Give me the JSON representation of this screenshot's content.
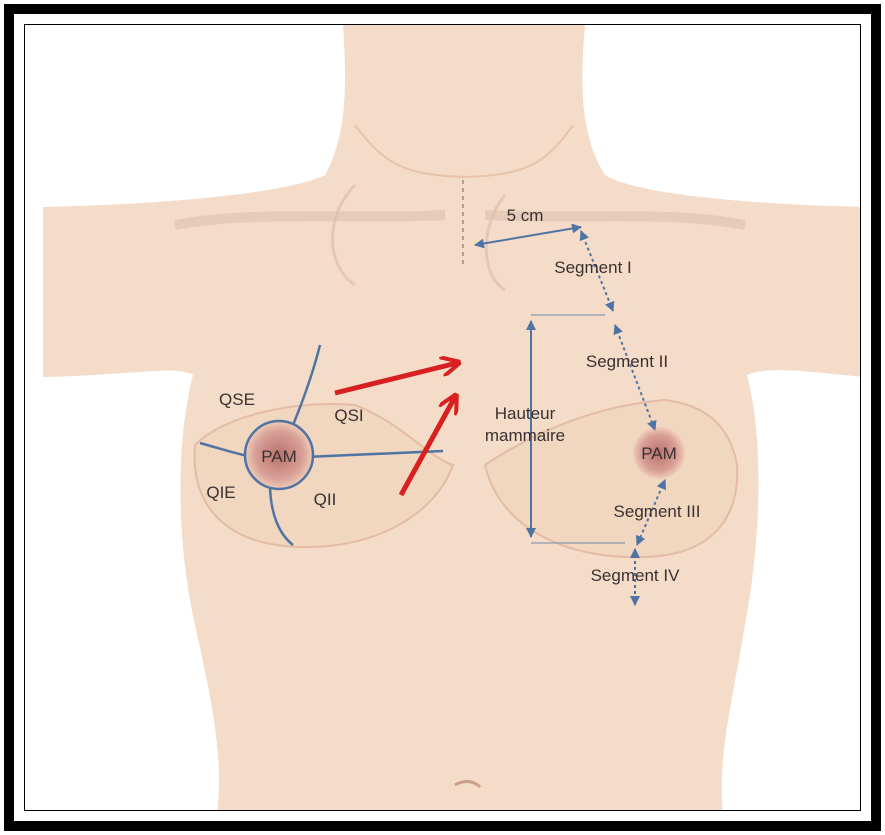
{
  "colors": {
    "skin": "#f4dcc8",
    "skin_shade": "#e8c3a8",
    "areola": "#c99086",
    "line_blue": "#4f74a3",
    "arrow_red": "#d92020",
    "text": "#3a3030",
    "frame": "#000000"
  },
  "labels": {
    "distance": "5 cm",
    "segment_1": "Segment I",
    "segment_2": "Segment II",
    "segment_3": "Segment III",
    "segment_4": "Segment IV",
    "height_line1": "Hauteur",
    "height_line2": "mammaire",
    "nipple_right": "PAM",
    "nipple_left": "PAM",
    "quadrant_upper_outer": "QSE",
    "quadrant_upper_inner": "QSI",
    "quadrant_lower_outer": "QIE",
    "quadrant_lower_inner": "QII"
  }
}
